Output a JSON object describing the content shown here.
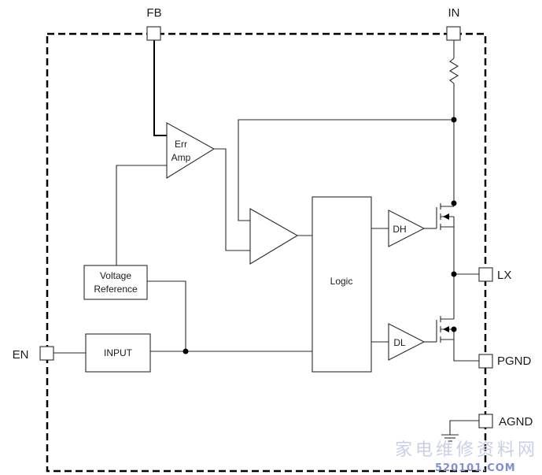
{
  "pins": {
    "fb": "FB",
    "in": "IN",
    "en": "EN",
    "lx": "LX",
    "pgnd": "PGND",
    "agnd": "AGND"
  },
  "blocks": {
    "err_amp_line1": "Err",
    "err_amp_line2": "Amp",
    "voltage_ref_line1": "Voltage",
    "voltage_ref_line2": "Reference",
    "input": "INPUT",
    "logic": "Logic",
    "dh": "DH",
    "dl": "DL"
  },
  "watermark": {
    "chinese": "家电维修资料网",
    "url": "520101.COM"
  }
}
